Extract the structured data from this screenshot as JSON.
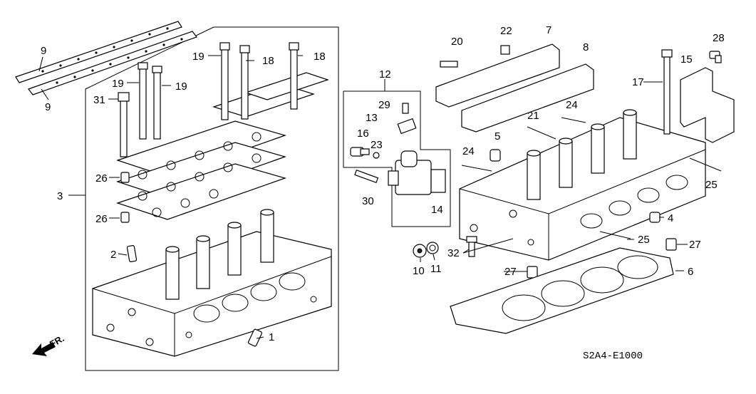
{
  "diagram": {
    "code": "S2A4-E1000",
    "front_label": "FR.",
    "callouts": {
      "c1": "1",
      "c2": "2",
      "c3": "3",
      "c4": "4",
      "c5": "5",
      "c6": "6",
      "c7": "7",
      "c8": "8",
      "c9a": "9",
      "c9b": "9",
      "c10": "10",
      "c11": "11",
      "c12": "12",
      "c13": "13",
      "c14": "14",
      "c15": "15",
      "c16": "16",
      "c17": "17",
      "c18a": "18",
      "c18b": "18",
      "c19a": "19",
      "c19b": "19",
      "c19c": "19",
      "c20": "20",
      "c21": "21",
      "c22": "22",
      "c23": "23",
      "c24a": "24",
      "c24b": "24",
      "c25a": "25",
      "c25b": "25",
      "c26a": "26",
      "c26b": "26",
      "c27a": "27",
      "c27b": "27",
      "c28": "28",
      "c29": "29",
      "c30": "30",
      "c31": "31",
      "c32": "32"
    }
  }
}
